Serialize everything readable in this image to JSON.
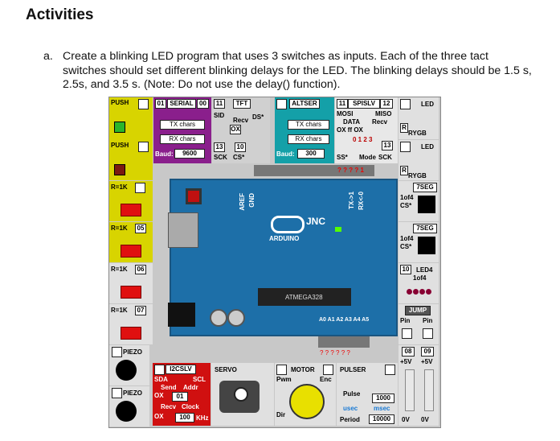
{
  "heading": "Activities",
  "task": {
    "label": "a.",
    "text": "Create a blinking LED program that uses 3 switches as inputs. Each of the three tact switches should set different blinking delays for the LED. The blinking delays should be 1.5 s, 2.5s, and 3.5 s. (Note: Do not use the delay() function)."
  },
  "sim": {
    "push1": "PUSH",
    "push2": "PUSH",
    "serial_idx": "01",
    "serial_lbl": "SERIAL",
    "serial_num": "00",
    "tx_chars": "TX chars",
    "rx_chars": "RX chars",
    "baud_lbl": "Baud:",
    "baud_val": "9600",
    "pin11": "11",
    "sid": "SID",
    "recv": "Recv",
    "ox": "OX",
    "pin13": "13",
    "sck": "SCK",
    "tft": "TFT",
    "ds": "DS*",
    "pin10": "10",
    "cs": "CS*",
    "altser": "ALTSER",
    "tx2": "TX chars",
    "rx2": "RX chars",
    "baud2_lbl": "Baud:",
    "baud2_val": "300",
    "spislv_idx": "11",
    "spislv": "SPISLV",
    "spislv_num": "12",
    "mosi": "MOSI",
    "miso": "MISO",
    "data": "DATA",
    "recv2": "Recv",
    "ox_ff": "OX ff OX",
    "digits": "0 1 2 3",
    "pin13b": "13",
    "ss": "SS*",
    "mode": "Mode",
    "sck2": "SCK",
    "led1": "LED",
    "led2": "LED",
    "rygb": "RYGB",
    "r": "R",
    "r1k_1": "R=1K",
    "r1k_2": "R=1K",
    "r1k_2n": "05",
    "r1k_3": "R=1K",
    "r1k_3n": "06",
    "r1k_4": "R=1K",
    "r1k_4n": "07",
    "seg1": "7SEG",
    "seg1_sub": "1of4",
    "seg1_cs": "CS*",
    "seg2": "7SEG",
    "seg2_sub": "1of4",
    "seg2_cs": "CS*",
    "led4_idx": "10",
    "led4": "LED4",
    "led4_sub": "1of4",
    "jump": "JUMP",
    "pin_a": "Pin",
    "pin_b": "Pin",
    "piezo1": "PIEZO",
    "piezo2": "PIEZO",
    "i2cslv": "I2CSLV",
    "sda": "SDA",
    "scl": "SCL",
    "send": "Send",
    "addr": "Addr",
    "addr_ox": "OX",
    "addr_val": "01",
    "recv3": "Recv",
    "clock": "Clock",
    "clock_ox": "OX",
    "clock_val": "100",
    "khz": "KHz",
    "servo": "SERVO",
    "motor": "MOTOR",
    "pwm": "Pwm",
    "enc": "Enc",
    "dir": "Dir",
    "pulser": "PULSER",
    "pulse": "Pulse",
    "pulse_val": "1000",
    "usec": "usec",
    "msec": "msec",
    "period": "Period",
    "period_val": "10000",
    "b08": "08",
    "b09": "09",
    "plus5a": "+5V",
    "plus5b": "+5V",
    "zero_a": "0V",
    "zero_b": "0V",
    "arduino": "ARDUINO",
    "jnc": "JNC",
    "chip": "ATMEGA328",
    "top_pins": "? ? ? ? 1",
    "aref": "AREF",
    "gnd": "GND",
    "tx": "TX->1",
    "rx": "RX<-0",
    "analog": "A0 A1 A2 A3 A4 A5",
    "qmarks": "? ? ? ? ? ?"
  }
}
